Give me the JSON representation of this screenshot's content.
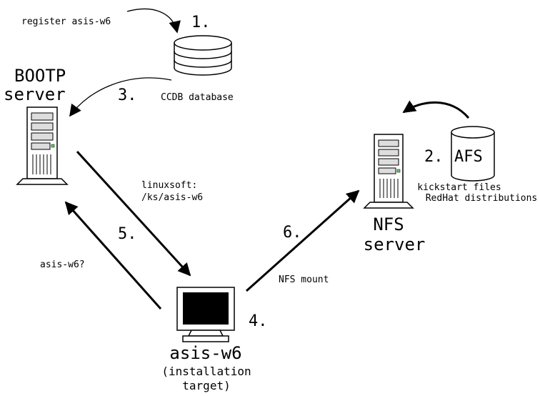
{
  "steps": {
    "s1": "1.",
    "s2": "2.",
    "s3": "3.",
    "s4": "4.",
    "s5": "5.",
    "s6": "6."
  },
  "nodes": {
    "bootp": {
      "line1": "BOOTP",
      "line2": "server"
    },
    "ccdb": {
      "label": "CCDB database"
    },
    "afs": {
      "label": "AFS",
      "caption1": "kickstart files",
      "caption2": "RedHat distributions"
    },
    "nfs": {
      "line1": "NFS",
      "line2": "server"
    },
    "target": {
      "name": "asis-w6",
      "sub1": "(installation",
      "sub2": "target)"
    }
  },
  "edges": {
    "register": "register asis-w6",
    "linuxsoft1": "linuxsoft:",
    "linuxsoft2": "/ks/asis-w6",
    "query": "asis-w6?",
    "nfs_mount": "NFS mount"
  }
}
